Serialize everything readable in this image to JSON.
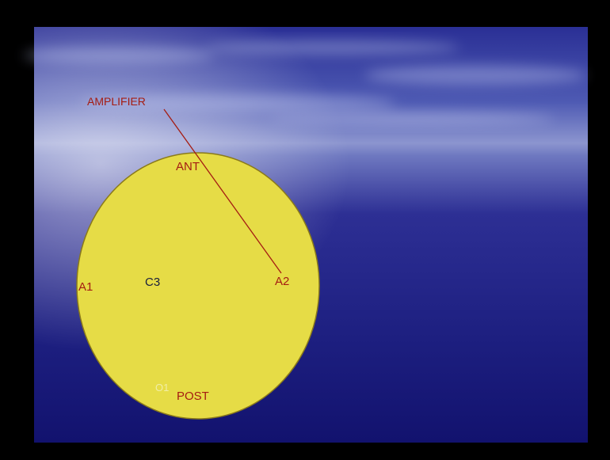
{
  "slide": {
    "amplifier_label": "AMPLIFIER",
    "electrodes": {
      "ant": "ANT",
      "a1": "A1",
      "c3": "C3",
      "a2": "A2",
      "o1": "O1",
      "post": "POST"
    }
  },
  "colors": {
    "frame": "#000000",
    "head_fill": "#e6dc46",
    "head_stroke": "#8a7a1a",
    "label_red": "#a51c12",
    "label_dark": "#1a1f3c",
    "label_faint": "#f1eea6",
    "sky_top": "#23238a",
    "sea_bottom": "#0f0f6e"
  }
}
